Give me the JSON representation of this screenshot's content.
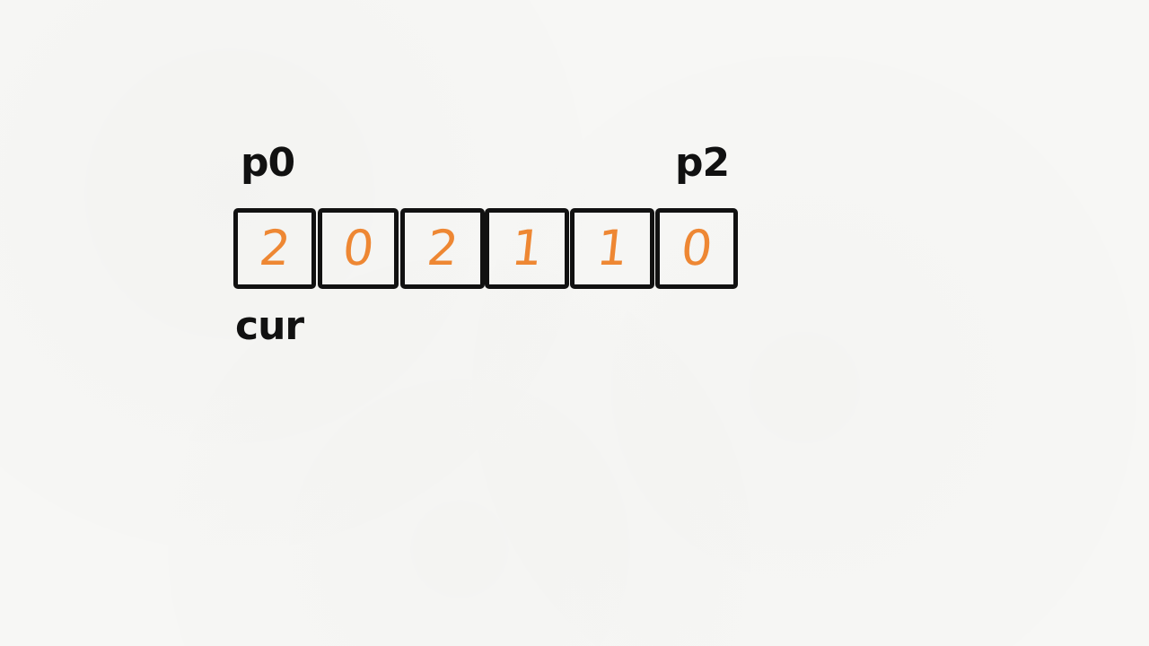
{
  "pointers": {
    "p0": "p0",
    "p2": "p2",
    "cur": "cur"
  },
  "array": {
    "values": [
      "2",
      "0",
      "2",
      "1",
      "1",
      "0"
    ]
  },
  "colors": {
    "value": "#ee8733",
    "stroke": "#111111"
  }
}
